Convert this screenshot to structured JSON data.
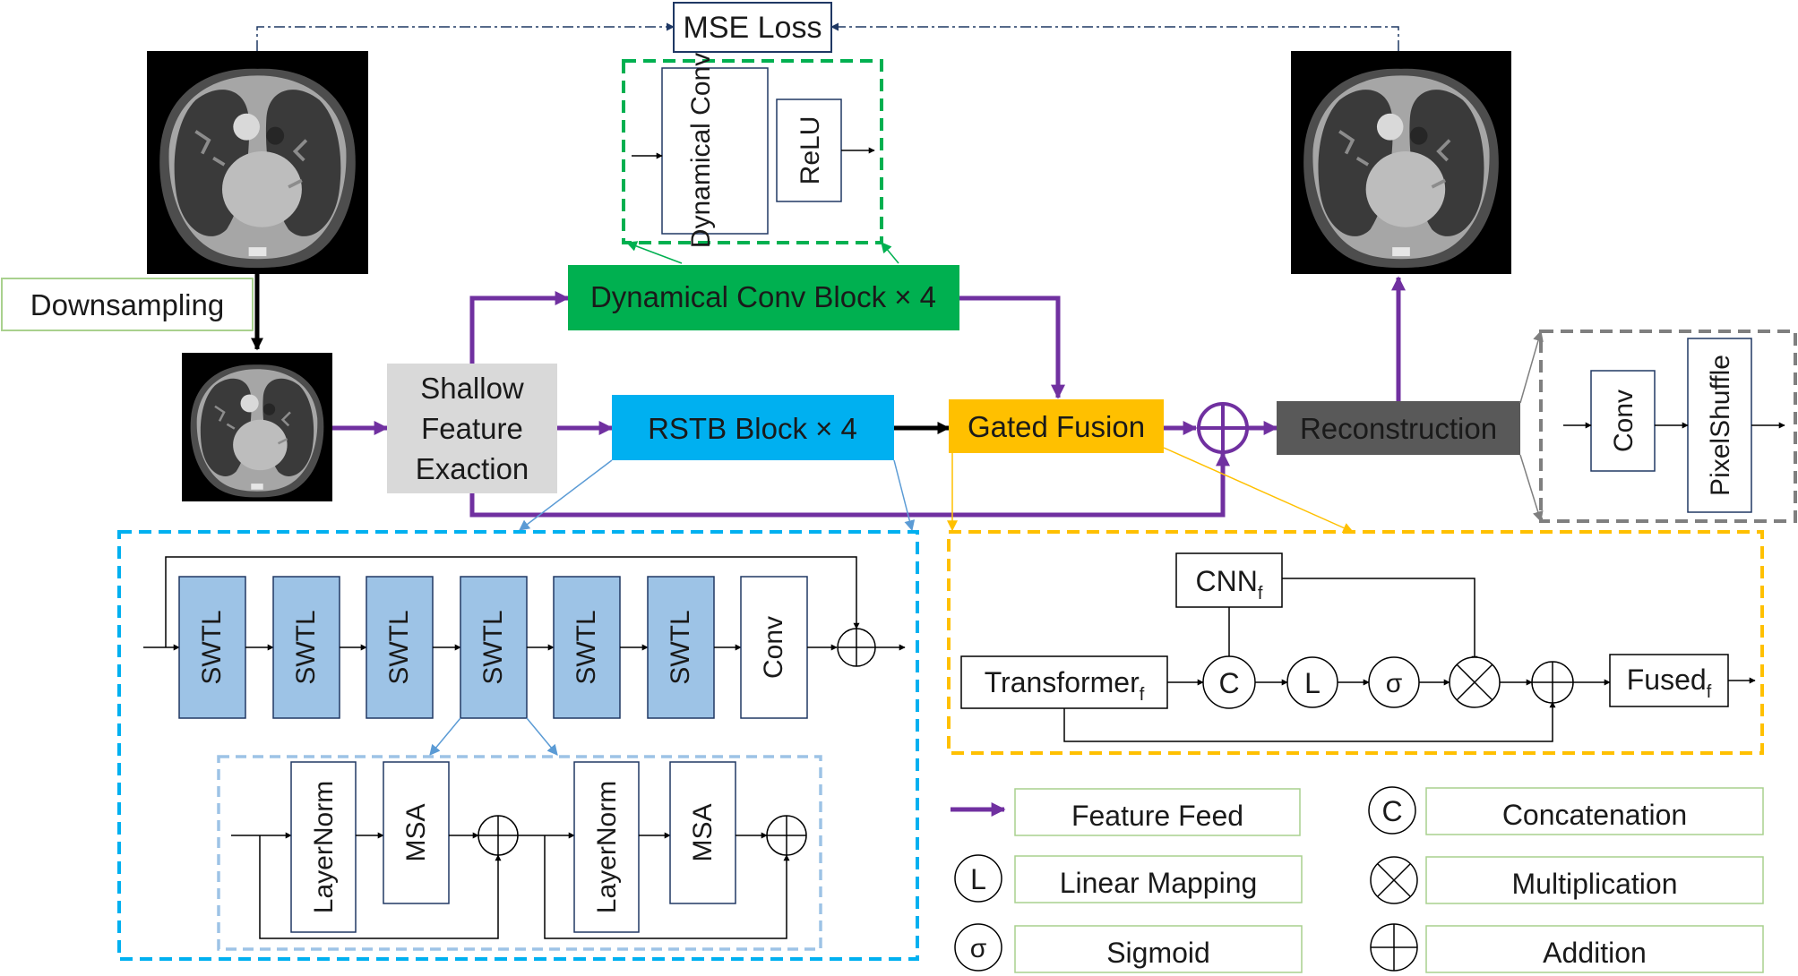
{
  "labels": {
    "mse_loss": "MSE Loss",
    "dynamical_conv": "Dynamical Conv",
    "relu": "ReLU",
    "downsampling": "Downsampling",
    "dynamical_conv_block": "Dynamical Conv Block × 4",
    "shallow": [
      "Shallow",
      "Feature",
      "Exaction"
    ],
    "rstb_block": "RSTB Block × 4",
    "gated_fusion": "Gated Fusion",
    "reconstruction": "Reconstruction",
    "conv": "Conv",
    "pixelshuffle": "PixelShuffle",
    "swtl": "SWTL",
    "layernorm": "LayerNorm",
    "msa": "MSA",
    "cnn_f": "CNN",
    "transformer_f": "Transformer",
    "fused_f": "Fused",
    "sub_f": "f",
    "op_c": "C",
    "op_l": "L",
    "op_sigma": "σ"
  },
  "legend": {
    "feature_feed": "Feature Feed",
    "linear_mapping": "Linear Mapping",
    "sigmoid": "Sigmoid",
    "concatenation": "Concatenation",
    "multiplication": "Multiplication",
    "addition": "Addition"
  },
  "colors": {
    "purple": "#7030a0",
    "green": "#00b050",
    "blue": "#00b0f0",
    "gold": "#ffc000",
    "gray": "#595959",
    "swtl_fill": "#9dc3e6"
  }
}
